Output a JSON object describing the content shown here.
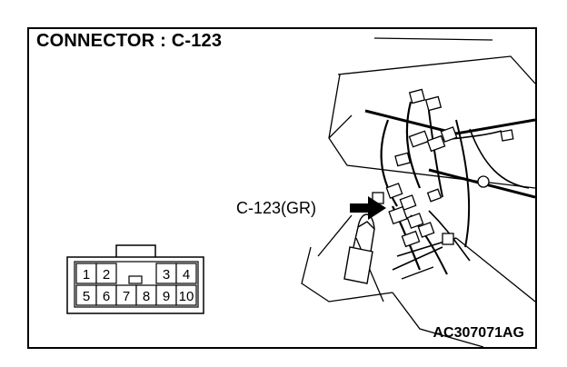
{
  "diagram": {
    "title": "CONNECTOR : C-123",
    "callout_label": "C-123(GR)",
    "part_code": "AC307071AG"
  },
  "connector_face": {
    "top_row_pins": [
      "1",
      "2",
      "",
      "3",
      "4"
    ],
    "bottom_row_pins": [
      "5",
      "6",
      "7",
      "8",
      "9",
      "10"
    ]
  }
}
